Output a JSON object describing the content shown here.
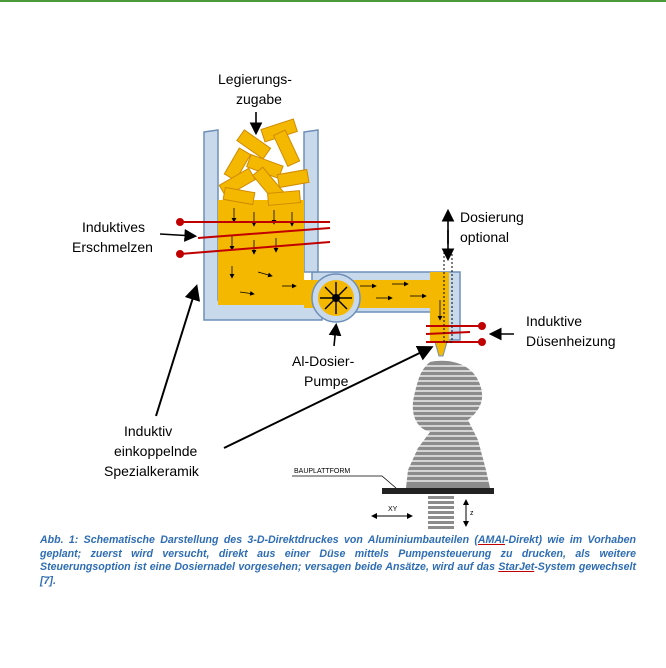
{
  "labels": {
    "alloy_addition_line1": "Legierungs-",
    "alloy_addition_line2": "zugabe",
    "inductive_melting_line1": "Induktives",
    "inductive_melting_line2": "Erschmelzen",
    "dosing_line1": "Dosierung",
    "dosing_line2": "optional",
    "nozzle_heating_line1": "Induktive",
    "nozzle_heating_line2": "Düsenheizung",
    "pump_line1": "Al-Dosier-",
    "pump_line2": "Pumpe",
    "ceramic_line1": "Induktiv",
    "ceramic_line2": "einkoppelnde",
    "ceramic_line3": "Spezialkeramik",
    "build_platform": "BAUPLATTFORM",
    "xy_axis": "XY",
    "z_axis": "z"
  },
  "caption": {
    "part1": "Abb. 1: Schematische Darstellung des 3-D-Direktdruckes von Aluminiumbauteilen (",
    "amai": "AMAI",
    "part2": "-Direkt) wie im Vorhaben geplant; zuerst wird versucht, direkt aus einer Düse mittels Pumpensteuerung zu drucken, als weitere Steuerungsoption ist eine Dosiernadel vorgesehen; versagen beide Ansätze, wird auf das ",
    "starjet": "StarJet",
    "part3": "-System gewechselt [7]."
  },
  "colors": {
    "melt": "#f5b800",
    "vessel": "#c9d9ec",
    "vessel_border": "#6d8fb8",
    "coil": "#c00000",
    "caption": "#2e6db4",
    "accent_line": "#4a9a3a"
  }
}
